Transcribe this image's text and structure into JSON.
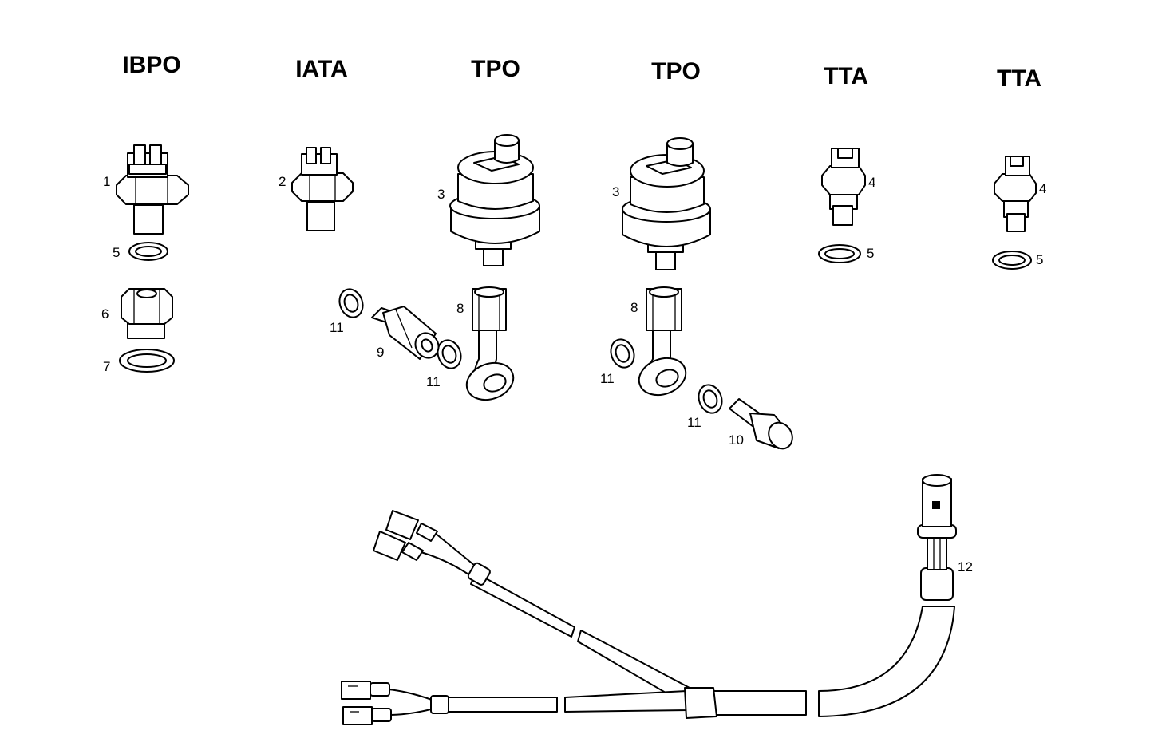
{
  "headers": [
    "IBPO",
    "IATA",
    "TPO",
    "TPO",
    "TTA",
    "TTA"
  ],
  "callouts": {
    "c1": "1",
    "c2": "2",
    "c3a": "3",
    "c3b": "3",
    "c4a": "4",
    "c4b": "4",
    "c5a": "5",
    "c5b": "5",
    "c5c": "5",
    "c6": "6",
    "c7": "7",
    "c8a": "8",
    "c8b": "8",
    "c9": "9",
    "c10": "10",
    "c11a": "11",
    "c11b": "11",
    "c11c": "11",
    "c11d": "11",
    "c12": "12"
  }
}
